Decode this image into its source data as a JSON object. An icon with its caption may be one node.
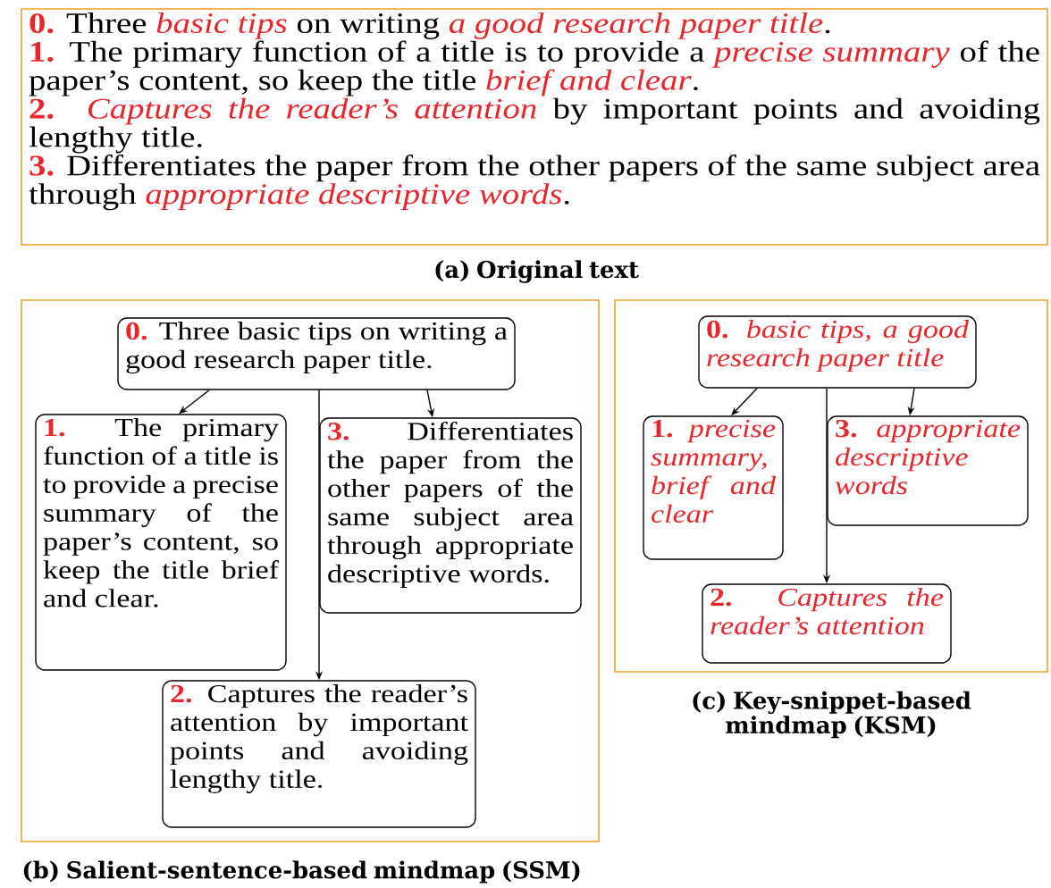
{
  "diagram": {
    "nodes": [
      {
        "text": [
          "**0.** Three *basic tips* on writing *a good research paper title*.",
          "**1.** The primary function of a title is to provide a *precise summary* of the paper’s content, so keep the title *brief and clear*.",
          "**2.** *Captures the reader’s attention* by important points and avoiding lengthy title.",
          "**3.** Differentiates the paper from the other papers of the same subject area through *appropriate descriptive words*."
        ]
      },
      {
        "text": [],
        "shape": "box"
      },
      {
        "text": [
          "**0.** Three basic tips on writing a good research paper title."
        ],
        "in": 1
      },
      {
        "text": [
          "**1.** The primary function of a title is to provide a precise summary of the paper’s content, so keep the title brief and clear."
        ],
        "in": 1
      },
      {
        "text": [
          "**3.** Differentiates the paper from the other papers of the same subject area through appropriate descriptive words."
        ],
        "in": 1
      },
      {
        "text": [
          "**2.** Captures the reader’s attention by important points and avoiding lengthy title."
        ],
        "in": 1
      },
      {
        "text": [],
        "shape": "box"
      },
      {
        "text": [
          "**0.** *basic tips, a good research paper title*"
        ],
        "in": 6
      },
      {
        "text": [
          "**1.** *precise summary, brief and clear*"
        ],
        "in": 6
      },
      {
        "text": [
          "**3.** *appropriate descriptive words*"
        ],
        "in": 6
      },
      {
        "text": [
          "**2.** *Captures the reader’s attention*"
        ],
        "in": 6
      }
    ],
    "edges": [
      {
        "from": 2,
        "to": 3,
        "arrow": "to"
      },
      {
        "from": 2,
        "to": 4,
        "arrow": "to"
      },
      {
        "from": 2,
        "to": 5,
        "arrow": "to"
      },
      {
        "from": 7,
        "to": 8,
        "arrow": "to"
      },
      {
        "from": 7,
        "to": 9,
        "arrow": "to"
      },
      {
        "from": 7,
        "to": 10,
        "arrow": "to"
      }
    ],
    "labels": [
      "(a) Original text",
      "(b) Salient-sentence-based mindmap (SSM)",
      "(c) Key-snippet-based mindmap (KSM)"
    ]
  }
}
